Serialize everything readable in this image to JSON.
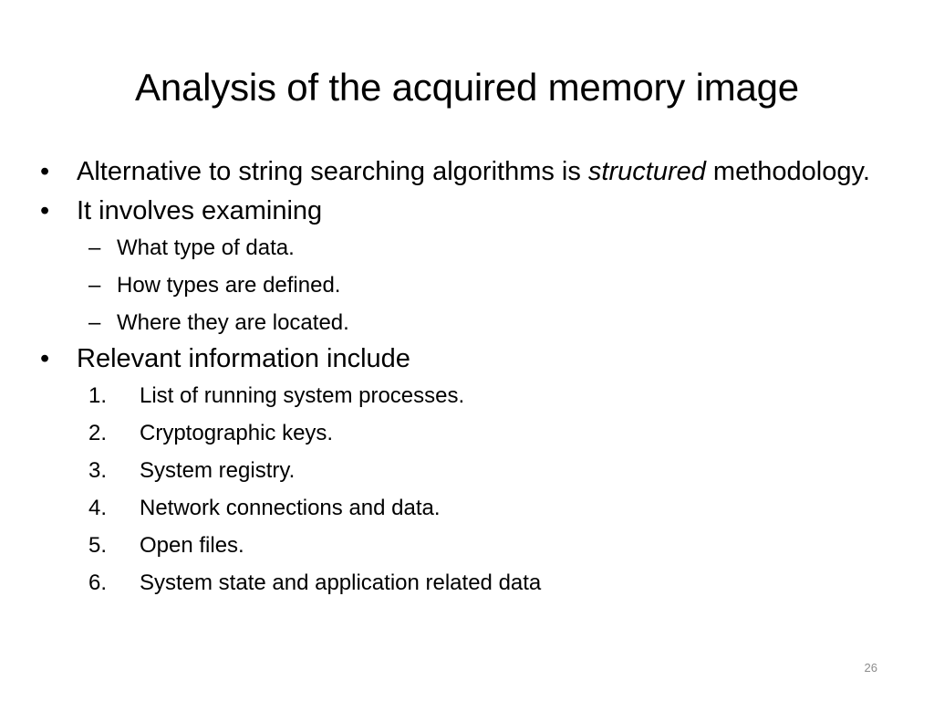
{
  "slide": {
    "title": "Analysis of the acquired memory image",
    "bullet1": {
      "text_before": "Alternative to string searching algorithms is ",
      "emphasis": "structured",
      "text_after": " methodology."
    },
    "bullet2": {
      "text": "It involves examining",
      "sub_items": [
        "What type of data.",
        "How types are defined.",
        "Where they are located."
      ]
    },
    "bullet3": {
      "text": "Relevant information include",
      "numbers": [
        "1.",
        "2.",
        "3.",
        "4.",
        "5.",
        "6."
      ],
      "items": [
        "List of running system processes.",
        "Cryptographic keys.",
        "System registry.",
        "Network connections and data.",
        "Open files.",
        "System state and application related data"
      ]
    },
    "bullet_symbol": "•",
    "dash_symbol": "–",
    "page_number": "26"
  }
}
